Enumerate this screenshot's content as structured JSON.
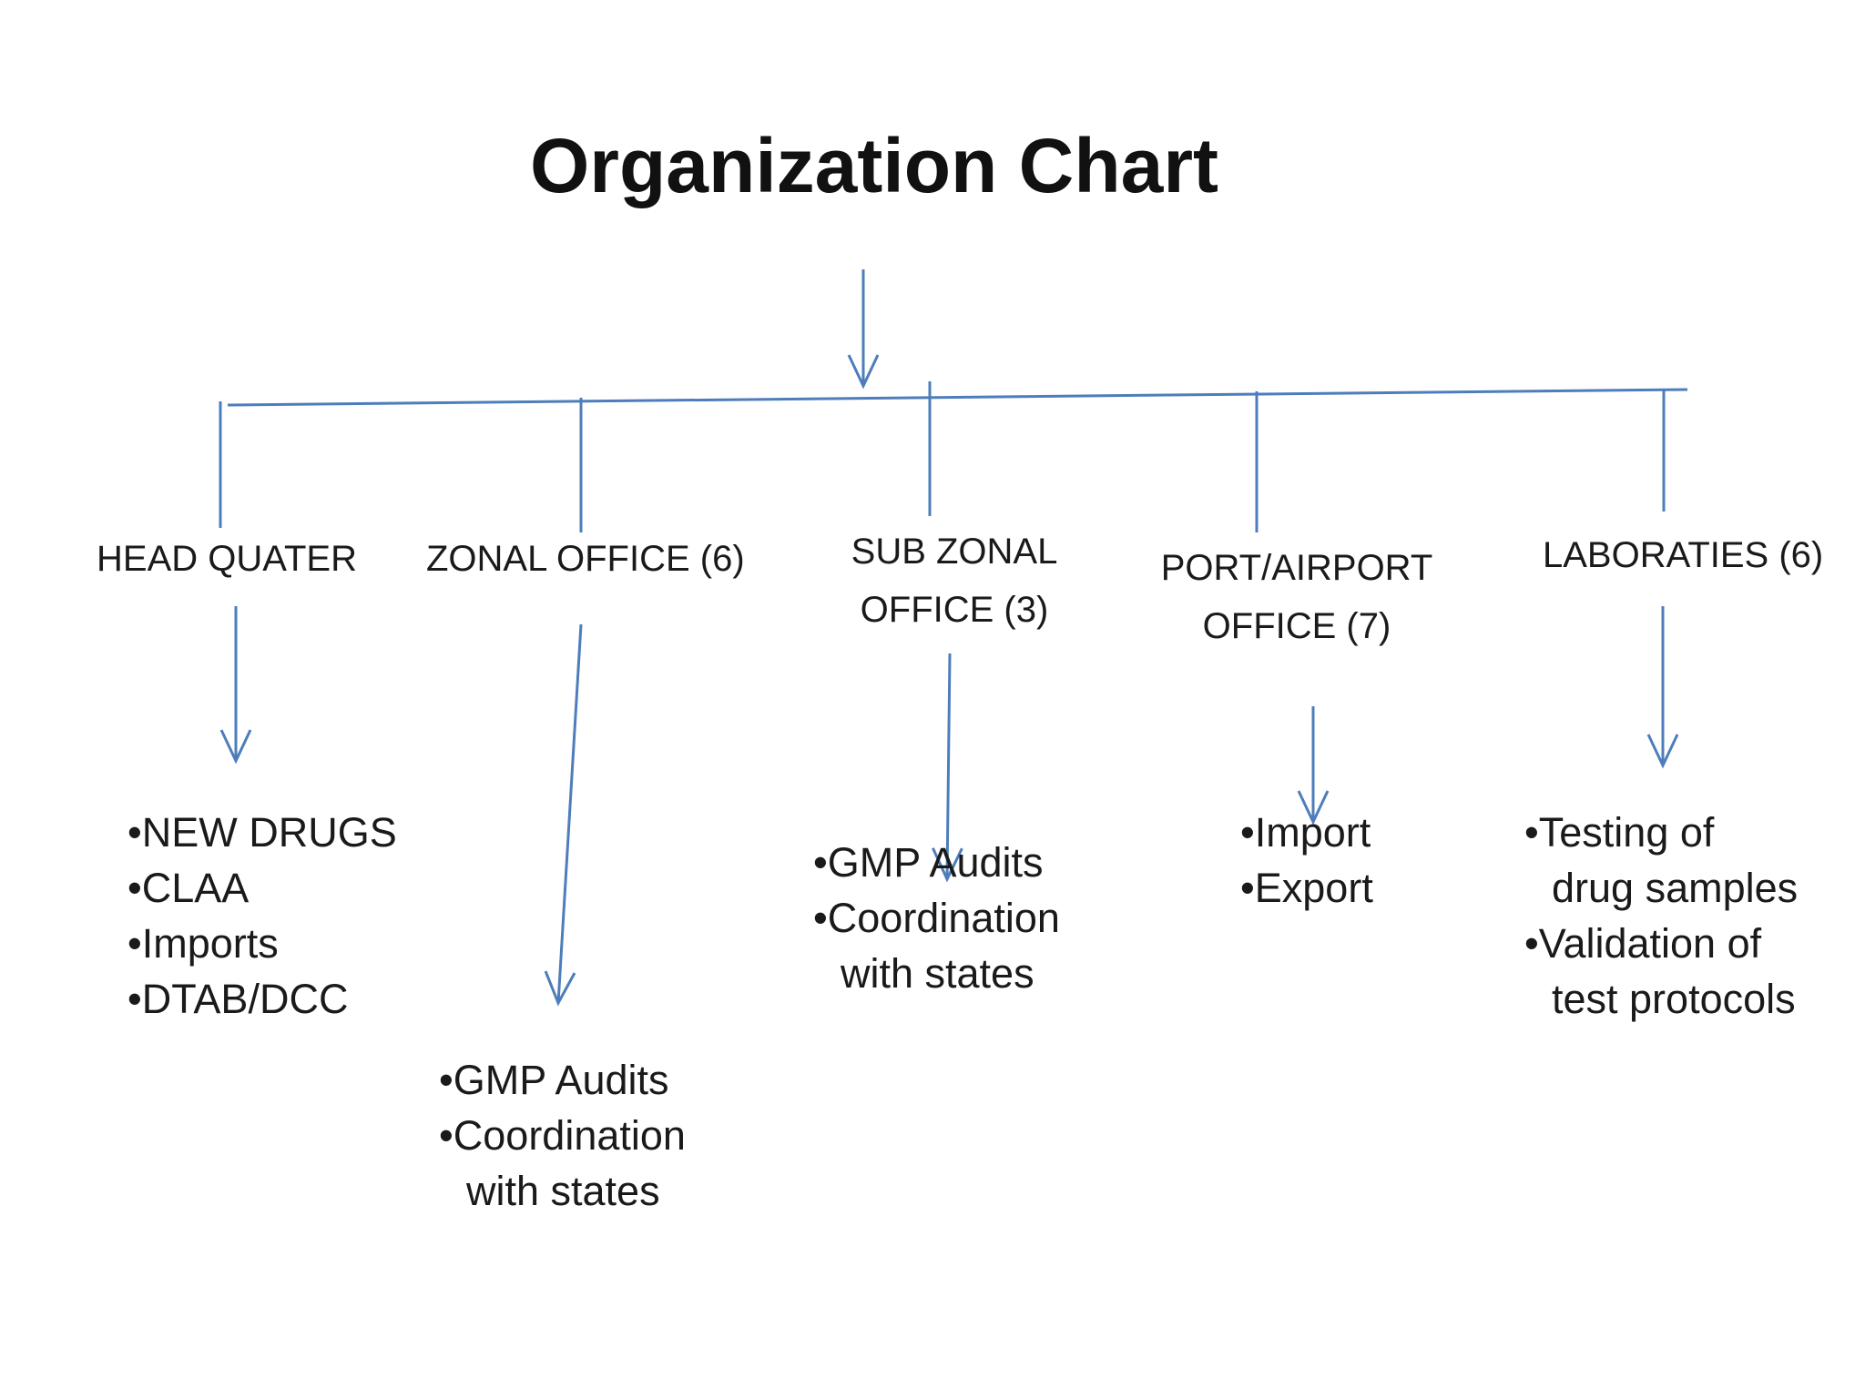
{
  "title": "Organization Chart",
  "colors": {
    "line_blue": "#4d7dba",
    "text": "#1a1a1a"
  },
  "columns": [
    {
      "label": "HEAD QUATER",
      "items": [
        "NEW DRUGS",
        "CLAA",
        "Imports",
        "DTAB/DCC"
      ]
    },
    {
      "label": "ZONAL OFFICE (6)",
      "items": [
        "GMP Audits",
        "Coordination\nwith states"
      ]
    },
    {
      "label": "SUB ZONAL\nOFFICE (3)",
      "items": [
        "GMP Audits",
        "Coordination\nwith states"
      ]
    },
    {
      "label": "PORT/AIRPORT\nOFFICE (7)",
      "items": [
        "Import",
        "Export"
      ]
    },
    {
      "label": "LABORATIES (6)",
      "items": [
        "Testing of\ndrug samples",
        "Validation of\ntest protocols"
      ]
    }
  ]
}
